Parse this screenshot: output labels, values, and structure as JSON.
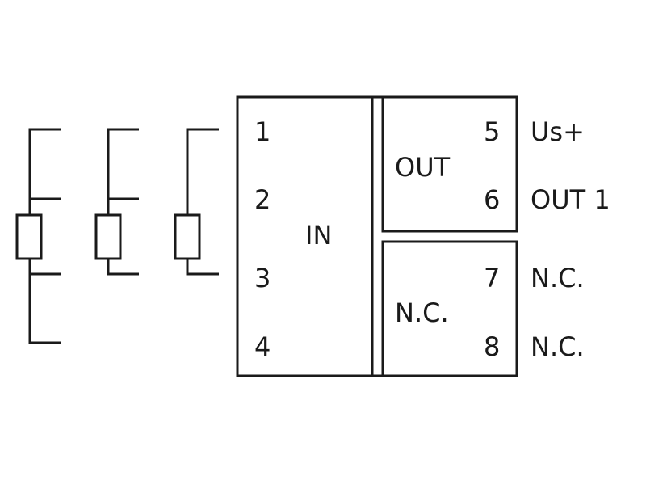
{
  "colors": {
    "line": "#1a1a1a",
    "background": "#ffffff"
  },
  "module": {
    "input_section": {
      "label": "IN",
      "terminals": [
        "1",
        "2",
        "3",
        "4"
      ]
    },
    "output_section": {
      "label": "OUT",
      "terminals": [
        "5",
        "6"
      ],
      "signals": [
        "Us+",
        "OUT 1"
      ]
    },
    "nc_section": {
      "label": "N.C.",
      "terminals": [
        "7",
        "8"
      ],
      "signals": [
        "N.C.",
        "N.C."
      ]
    }
  },
  "sensor_connections": [
    {
      "type": "4-wire",
      "icon": "resistor-icon"
    },
    {
      "type": "3-wire",
      "icon": "resistor-icon"
    },
    {
      "type": "2-wire",
      "icon": "resistor-icon"
    }
  ]
}
